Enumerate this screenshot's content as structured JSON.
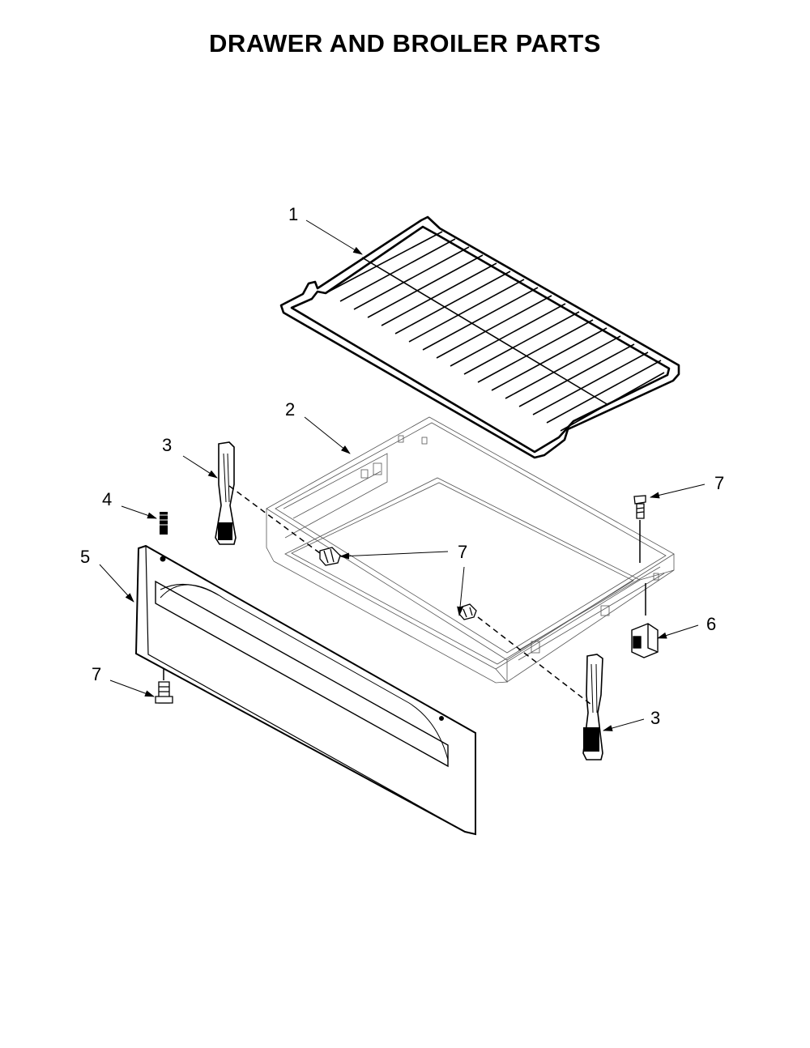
{
  "title": "DRAWER AND BROILER PARTS",
  "callouts": {
    "rack": "1",
    "drawer": "2",
    "glide_left": "3",
    "glide_right": "3",
    "stud": "4",
    "drawer_front": "5",
    "clip": "6",
    "screw_upper_right": "7",
    "screw_middle": "7",
    "screw_bottom_left": "7"
  },
  "colors": {
    "line": "#000000",
    "background": "#ffffff"
  }
}
